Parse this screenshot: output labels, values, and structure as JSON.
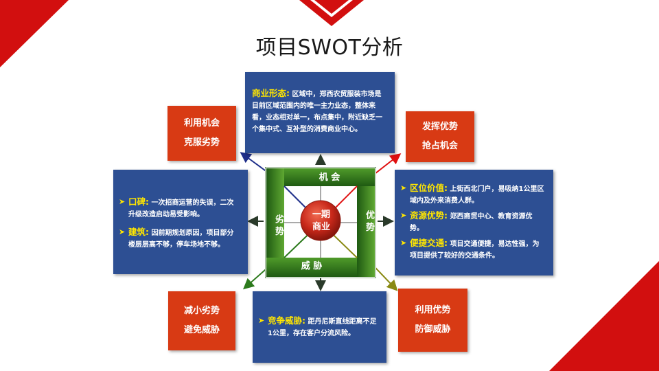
{
  "title": "项目SWOT分析",
  "center": {
    "line1": "一期",
    "line2": "商业"
  },
  "quadrants": {
    "top": "机 会",
    "bottom": "威 胁",
    "left": "劣 势",
    "right": "优 势"
  },
  "strategies": {
    "so": {
      "line1": "发挥优势",
      "line2": "抢占机会"
    },
    "wo": {
      "line1": "利用机会",
      "line2": "克服劣势"
    },
    "wt": {
      "line1": "减小劣势",
      "line2": "避免威胁"
    },
    "st": {
      "line1": "利用优势",
      "line2": "防御威胁"
    }
  },
  "opportunity": {
    "keyword": "商业形态:",
    "text": "区域中，郑西农贸服装市场是目前区域范围内的唯一主力业态，整体来看，业态相对单一，布点集中，附近缺乏一个集中式、互补型的消费商业中心。"
  },
  "weakness": [
    {
      "keyword": "口碑:",
      "text": "一次招商运营的失误，二次升级改造启动易受影响。"
    },
    {
      "keyword": "建筑:",
      "text": "因前期规划原因，项目部分楼层层高不够，停车场地不够。"
    }
  ],
  "strength": [
    {
      "keyword": "区位价值:",
      "text": "上街西北门户，易吸纳1公里区域内及外来消费人群。"
    },
    {
      "keyword": "资源优势:",
      "text": "郑西商贸中心、教育资源优势。"
    },
    {
      "keyword": "便捷交通:",
      "text": "项目交通便捷，易达性强，为项目提供了较好的交通条件。"
    }
  ],
  "threat": [
    {
      "keyword": "竞争威胁:",
      "text": "距丹尼斯直线距离不足1公里，存在客户分流风险。"
    }
  ],
  "colors": {
    "blue_box": "#2d4f93",
    "red_box": "#d83a14",
    "keyword": "#ffe600",
    "green_dark": "#1f5a12",
    "green_light": "#4f9a2a",
    "corner_red": "#d20f0f",
    "center_sphere": "#c8281a"
  }
}
